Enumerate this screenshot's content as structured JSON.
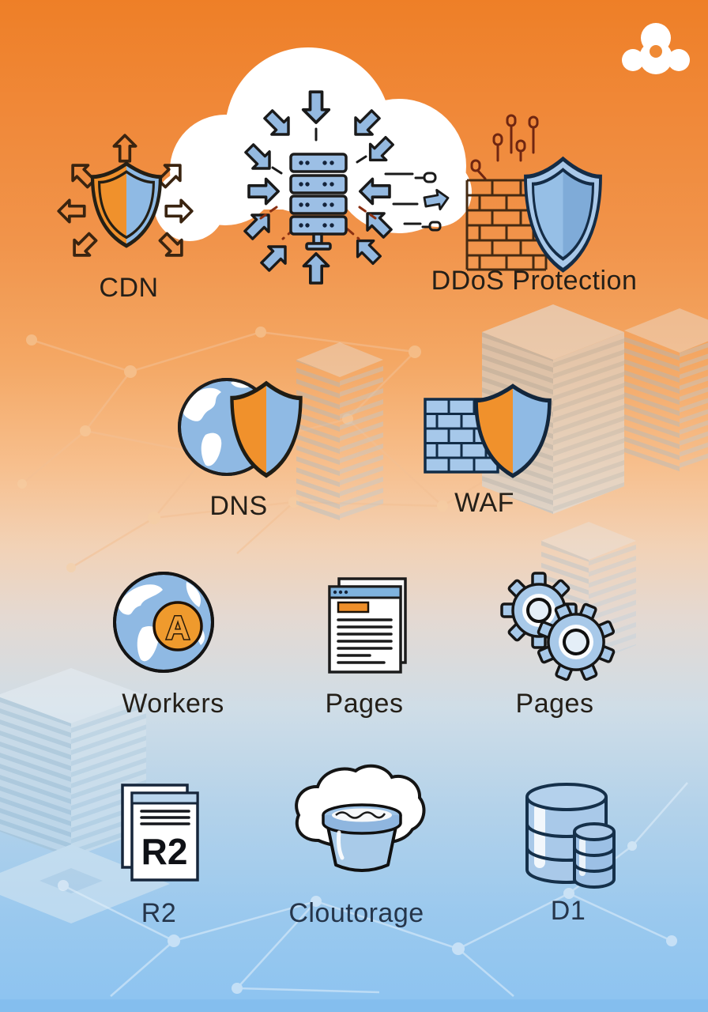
{
  "page": {
    "description": "Cloud platform services illustration"
  },
  "logo": {
    "icon": "cloud-logo-icon"
  },
  "hero": {
    "icon": "cloud-servers-icon"
  },
  "services": [
    {
      "id": "cdn",
      "label": "CDN",
      "icon": "cdn-shield-arrows-icon"
    },
    {
      "id": "ddos",
      "label": "DDoS Protection",
      "icon": "firewall-shield-icon"
    },
    {
      "id": "dns",
      "label": "DNS",
      "icon": "globe-shield-icon"
    },
    {
      "id": "waf",
      "label": "WAF",
      "icon": "brick-wall-shield-icon"
    },
    {
      "id": "workers",
      "label": "Workers",
      "icon": "globe-letter-icon",
      "icon_text": "A"
    },
    {
      "id": "pages",
      "label": "Pages",
      "icon": "webpage-document-icon"
    },
    {
      "id": "pages2",
      "label": "Pages",
      "icon": "gears-icon"
    },
    {
      "id": "r2",
      "label": "R2",
      "icon": "document-r2-icon",
      "icon_text": "R2"
    },
    {
      "id": "storage",
      "label": "Cloutorage",
      "icon": "cloud-bucket-icon"
    },
    {
      "id": "d1",
      "label": "D1",
      "icon": "database-cylinders-icon"
    }
  ],
  "colors": {
    "orange_bg_top": "#ee7f27",
    "accent_orange": "#f0912c",
    "icon_blue": "#8fbae4",
    "light_blue_bg": "#8cc3f0",
    "outline_dark": "#241f15",
    "outline_navy": "#142c46"
  }
}
